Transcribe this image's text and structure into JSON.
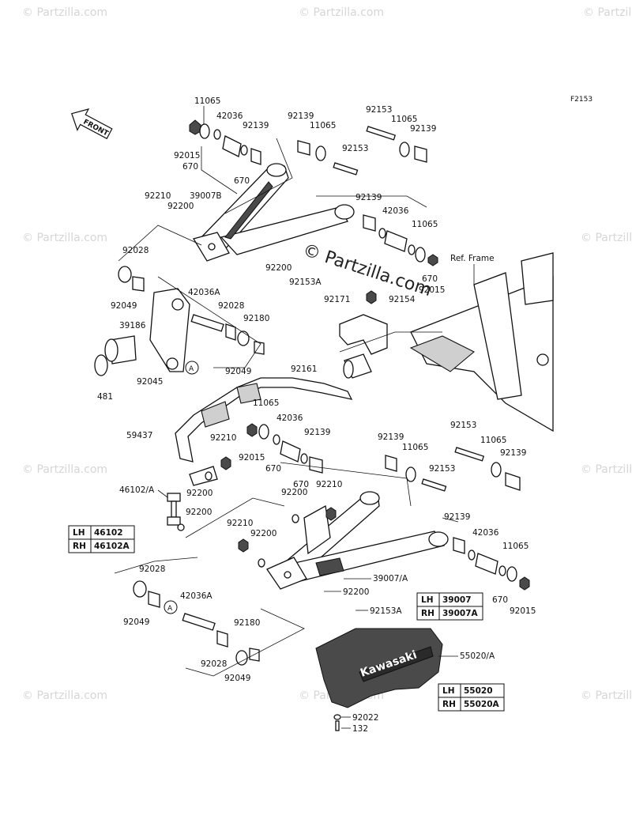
{
  "figure_code": "F2153",
  "front_arrow_label": "FRONT",
  "ref_frame_label": "Ref. Frame",
  "watermark": "© Partzilla.com",
  "watermark_small": "© Partzilla",
  "brand_text": "Kawasaki",
  "callout_a": "A",
  "labels": {
    "l11065a": "11065",
    "l42036a": "42036",
    "l92139a": "92139",
    "l92015a": "92015",
    "l670a": "670",
    "l670b": "670",
    "l92139b": "92139",
    "l11065b": "11065",
    "l92153a": "92153",
    "l11065c": "11065",
    "l92139c": "92139",
    "l92153b": "92153",
    "l92210a": "92210",
    "l39007b": "39007B",
    "l92200a": "92200",
    "l92139d": "92139",
    "l42036b": "42036",
    "l11065d": "11065",
    "l670c": "670",
    "l92015b": "92015",
    "l92028a": "92028",
    "l92200b": "92200",
    "l92153A1": "92153A",
    "l92049a": "92049",
    "l42036A1": "42036A",
    "l92028b": "92028",
    "l92180a": "92180",
    "l39186": "39186",
    "l92049b": "92049",
    "l92045": "92045",
    "l481": "481",
    "l92171": "92171",
    "l92154": "92154",
    "l92161": "92161",
    "l11065e": "11065",
    "l42036c": "42036",
    "l92139e": "92139",
    "l92210b": "92210",
    "l92015c": "92015",
    "l670d": "670",
    "l670e": "670",
    "l92210c": "92210",
    "l59437": "59437",
    "l92139f": "92139",
    "l11065f": "11065",
    "l92153c": "92153",
    "l11065g": "11065",
    "l92139g": "92139",
    "l92153d": "92153",
    "l46102A": "46102/A",
    "l92200c": "92200",
    "l92200d": "92200",
    "l92210d": "92210",
    "l92200e": "92200",
    "l92139h": "92139",
    "l42036d": "42036",
    "l11065h": "11065",
    "l39007A": "39007/A",
    "l670f": "670",
    "l92015d": "92015",
    "l92028c": "92028",
    "l92200f": "92200",
    "l92153A2": "92153A",
    "l92049c": "92049",
    "l42036A2": "42036A",
    "l92180b": "92180",
    "l92028d": "92028",
    "l92049d": "92049",
    "l55020A": "55020/A",
    "l92022": "92022",
    "l132": "132"
  },
  "tables": {
    "t46102": [
      {
        "side": "LH",
        "part": "46102"
      },
      {
        "side": "RH",
        "part": "46102A"
      }
    ],
    "t39007": [
      {
        "side": "LH",
        "part": "39007"
      },
      {
        "side": "RH",
        "part": "39007A"
      }
    ],
    "t55020": [
      {
        "side": "LH",
        "part": "55020"
      },
      {
        "side": "RH",
        "part": "55020A"
      }
    ]
  }
}
